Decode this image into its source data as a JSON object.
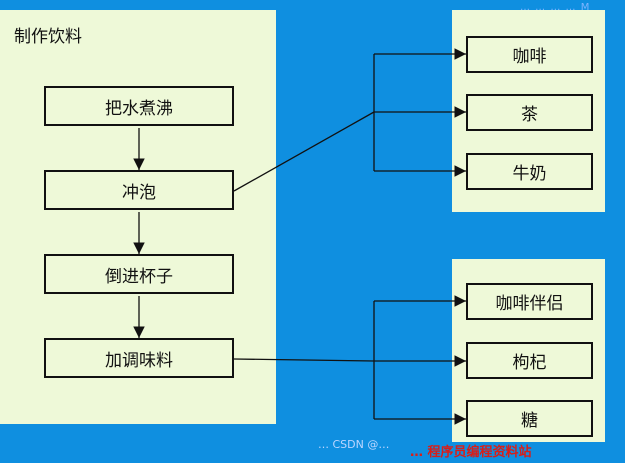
{
  "title": "制作饮料",
  "steps": [
    "把水煮沸",
    "冲泡",
    "倒进杯子",
    "加调味料"
  ],
  "brew_options": [
    "咖啡",
    "茶",
    "牛奶"
  ],
  "condiment_options": [
    "咖啡伴侣",
    "枸杞",
    "糖"
  ],
  "watermark": {
    "top": "… … … … M",
    "csdn": "… CSDN @…",
    "red": "… 程序员编程资料站"
  },
  "colors": {
    "background": "#0f8fe0",
    "panel": "#eef9d8",
    "border": "#111111"
  }
}
